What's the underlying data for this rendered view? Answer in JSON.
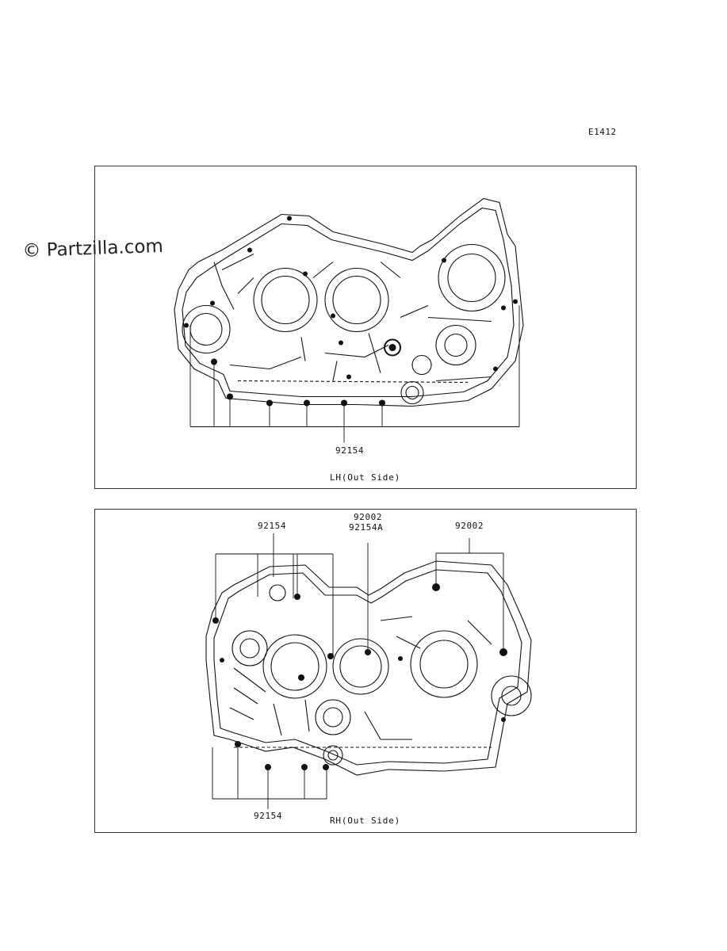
{
  "diagram_code": "E1412",
  "watermark": "© Partzilla.com",
  "panels": [
    {
      "caption": "LH(Out Side)",
      "labels": [
        "92154"
      ]
    },
    {
      "caption": "RH(Out Side)",
      "labels": [
        "92154",
        "92002",
        "92154A",
        "92002",
        "92154"
      ]
    }
  ]
}
